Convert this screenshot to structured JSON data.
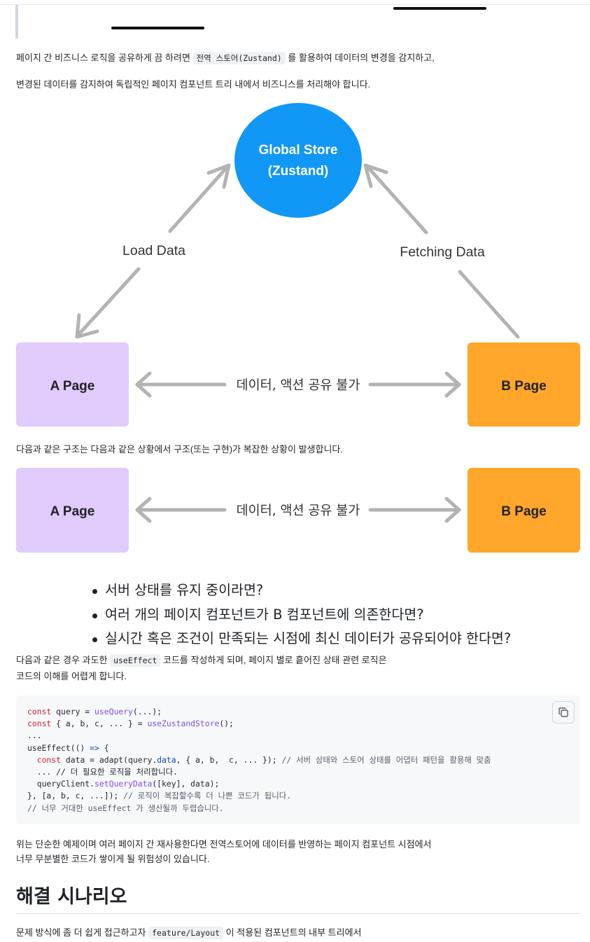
{
  "intro": {
    "line1_before": "페이지 간 비즈니스 로직을 공유하게 끔 하려면 ",
    "line1_code": "전역 스토어(Zustand)",
    "line1_after": " 를 활용하여 데이터의 변경을 감지하고,",
    "line2": "변경된 데이터를 감지하여 독립적인 페이지 컴포넌트 트리 내에서 비즈니스를 처리해야 합니다."
  },
  "diagram1": {
    "store_line1": "Global Store",
    "store_line2": "(Zustand)",
    "load_label": "Load Data",
    "fetch_label": "Fetching Data",
    "page_a": "A Page",
    "page_b": "B Page",
    "share_label": "데이터, 액션 공유 불가"
  },
  "structure_text": "다음과 같은 구조는 다음과 같은 상황에서 구조(또는 구현)가 복잡한 상황이 발생합니다.",
  "diagram2": {
    "page_a": "A Page",
    "page_b": "B Page",
    "share_label": "데이터, 액션 공유 불가"
  },
  "bullets": [
    "서버 상태를 유지 중이라면?",
    "여러 개의 페이지 컴포넌트가 B 컴포넌트에 의존한다면?",
    "실시간 혹은 조건이 만족되는 시점에 최신 데이터가 공유되어야 한다면?"
  ],
  "effect_text": {
    "before": "다음과 같은 경우 과도한 ",
    "code": "useEffect",
    "after": " 코드를 작성하게 되며, 페이지 별로 흩어진 상태 관련 로직은",
    "line2": "코드의 이해를 어렵게 합니다."
  },
  "code": {
    "l1_kw": "const",
    "l1_a": " query = ",
    "l1_fn": "useQuery",
    "l1_b": "(...);",
    "l2_kw": "const",
    "l2_a": " { a, b, c, ... } = ",
    "l2_fn": "useZustandStore",
    "l2_b": "();",
    "l3": "...",
    "l4_a": "useEffect(() ",
    "l4_kw": "=>",
    "l4_b": " {",
    "l5_indent": "  ",
    "l5_kw": "const",
    "l5_a": " data = adapt(query.",
    "l5_pr": "data",
    "l5_b": ", { a, b,  c, ... }); ",
    "l5_cm": "// 서버 상태와 스토어 상태를 어댑터 패턴을 활용해 맞춤",
    "l6": "  ... // 더 필요한 로직을 처리합니다.",
    "l7_a": "  queryClient.",
    "l7_fn": "setQueryData",
    "l7_b": "([key], data);",
    "l8_a": "}, [a, b, c, ...]); ",
    "l8_cm": "// 로직이 복잡할수록 더 나쁜 코드가 됩니다.",
    "l9_cm": "// 너무 거대한 useEffect 가 생산될까 두렵습니다."
  },
  "conclusion": {
    "line1": "위는 단순한 예제이며 여러 페이지 간 재사용한다면 전역스토어에 데이터를 반영하는 페이지 컴포넌트 시점에서",
    "line2": "너무 무분별한 코드가 쌓이게 될 위험성이 있습니다."
  },
  "heading": "해결 시나리오",
  "last_line": {
    "before": "문제 방식에 좀 더 쉽게 접근하고자 ",
    "code": "feature/Layout",
    "after": " 이 적용된 컴포넌트의 내부 트리에서"
  },
  "colors": {
    "store": "#1197f5",
    "page_a": "#e1cbfc",
    "page_b": "#ffa62b",
    "arrow": "#b3b3b3"
  }
}
